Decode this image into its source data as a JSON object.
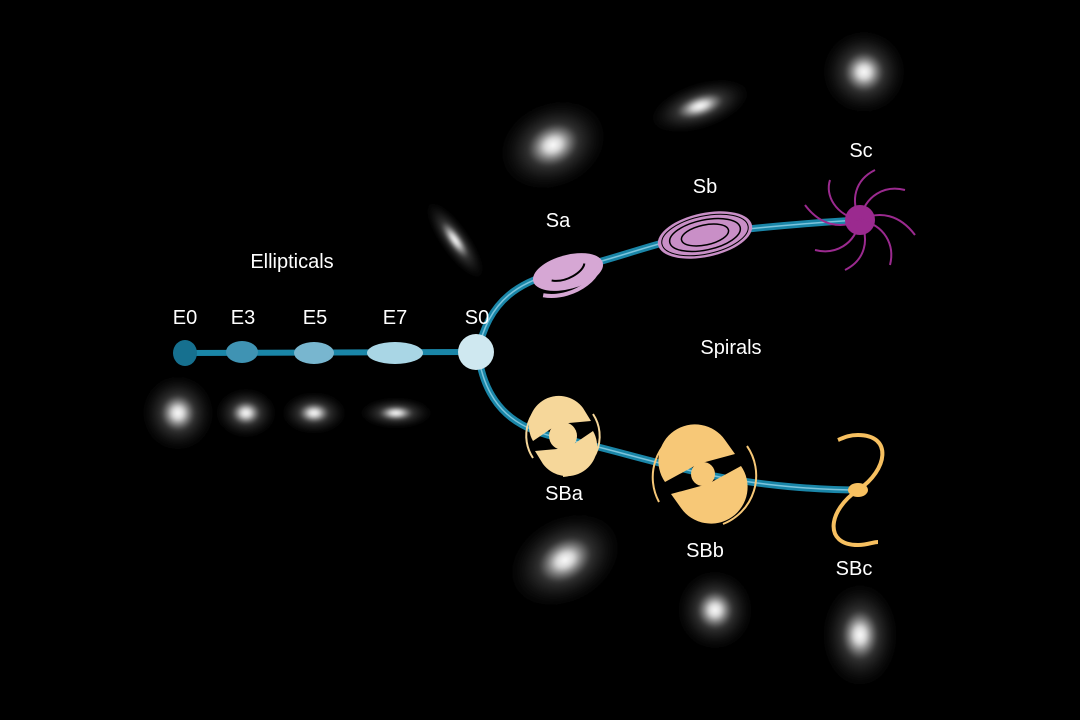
{
  "title_ellipticals": "Ellipticals",
  "title_spirals": "Spirals",
  "elliptical_labels": [
    "E0",
    "E3",
    "E5",
    "E7"
  ],
  "lenticular_label": "S0",
  "spiral_labels": [
    "Sa",
    "Sb",
    "Sc"
  ],
  "barred_labels": [
    "SBa",
    "SBb",
    "SBc"
  ],
  "colors": {
    "background": "#000000",
    "fork": "#1a86a8",
    "elliptical_dark": "#16708f",
    "elliptical_light": "#a9d6e5",
    "lenticular": "#cfe8f0",
    "spiral": "#c98fc7",
    "spiral_sc": "#9b2a8f",
    "barred": "#f6d79a"
  }
}
